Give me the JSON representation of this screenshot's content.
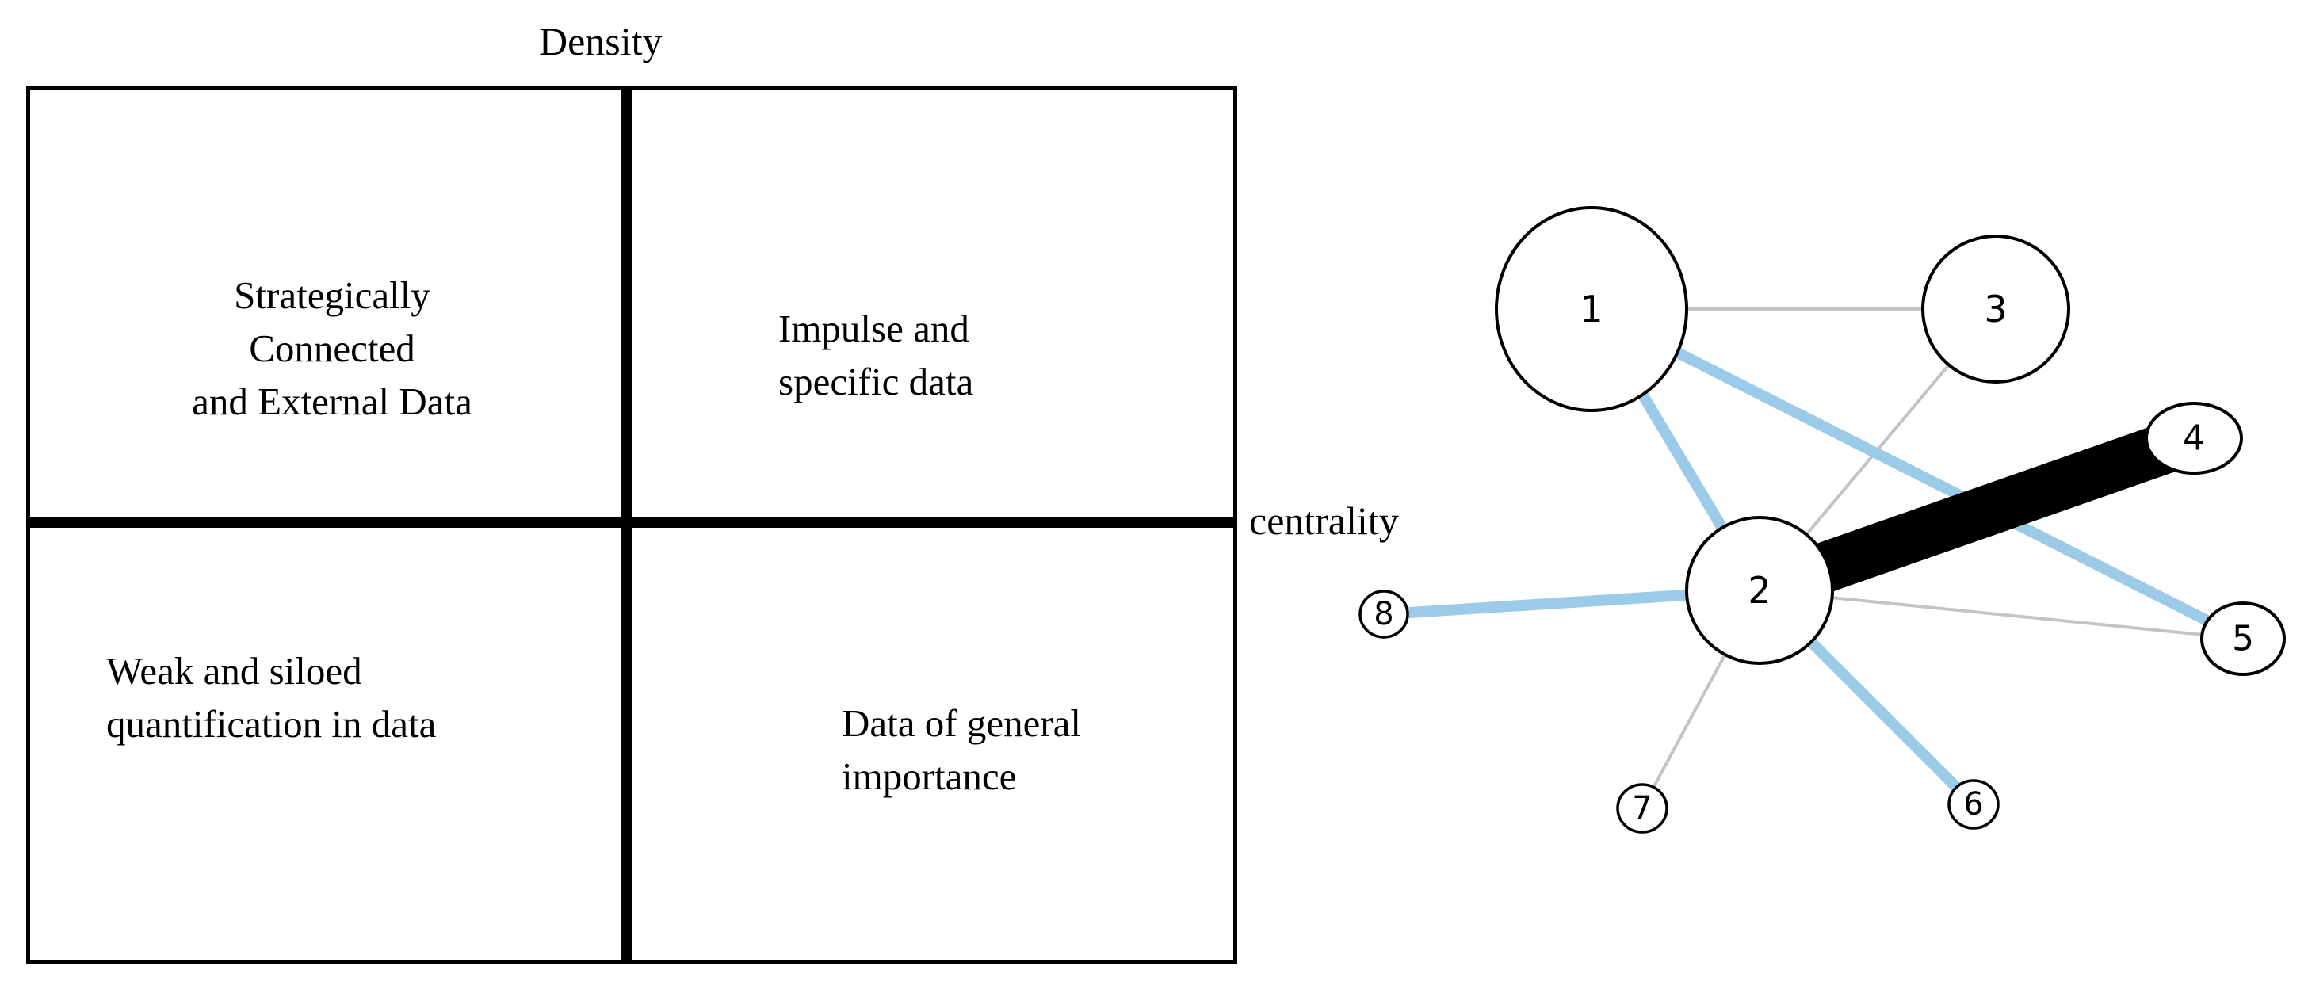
{
  "matrix": {
    "y_axis_label": "Density",
    "x_axis_label": "centrality",
    "quadrants": {
      "top_left": "Strategically\nConnected\nand External Data",
      "top_right": "Impulse and\nspecific data",
      "bottom_left": "Weak and siloed\nquantification in data",
      "bottom_right": "Data of general\nimportance"
    }
  },
  "network": {
    "nodes": [
      {
        "id": "1",
        "label": "1"
      },
      {
        "id": "2",
        "label": "2"
      },
      {
        "id": "3",
        "label": "3"
      },
      {
        "id": "4",
        "label": "4"
      },
      {
        "id": "5",
        "label": "5"
      },
      {
        "id": "6",
        "label": "6"
      },
      {
        "id": "7",
        "label": "7"
      },
      {
        "id": "8",
        "label": "8"
      }
    ],
    "edges": [
      {
        "source": "1",
        "target": "3",
        "style": "thin",
        "color": "#c4c4c4"
      },
      {
        "source": "2",
        "target": "3",
        "style": "thin",
        "color": "#c4c4c4"
      },
      {
        "source": "2",
        "target": "5",
        "style": "thin",
        "color": "#c4c4c4"
      },
      {
        "source": "2",
        "target": "7",
        "style": "thin",
        "color": "#c4c4c4"
      },
      {
        "source": "1",
        "target": "2",
        "style": "medium",
        "color": "#9ccbe9"
      },
      {
        "source": "1",
        "target": "5",
        "style": "medium",
        "color": "#9ccbe9"
      },
      {
        "source": "2",
        "target": "8",
        "style": "medium",
        "color": "#9ccbe9"
      },
      {
        "source": "2",
        "target": "6",
        "style": "medium",
        "color": "#9ccbe9"
      },
      {
        "source": "2",
        "target": "4",
        "style": "heavy",
        "color": "#000000"
      }
    ]
  },
  "colors": {
    "thin_edge": "#c4c4c4",
    "medium_edge": "#9ccbe9",
    "heavy_edge": "#000000",
    "node_fill": "#ffffff",
    "node_stroke": "#000000"
  }
}
